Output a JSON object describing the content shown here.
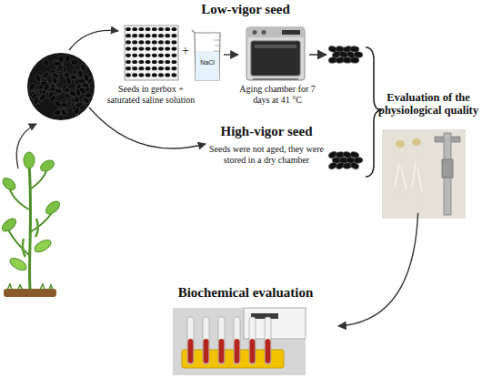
{
  "diagram": {
    "nodes": [
      {
        "text": [
          "Seeds in gerbox + saturated saline solution"
        ]
      },
      {
        "text": [
          "Aging chamber for 7 days at 41 °C"
        ]
      },
      {
        "text": [
          "High-vigor seed",
          "Seeds were not aged, they were stored in a dry chamber"
        ]
      },
      {
        "text": [
          "Evaluation of the physiological quality"
        ]
      },
      {
        "text": [
          "Biochemical evaluation"
        ]
      }
    ],
    "edges": [
      {
        "from": 0,
        "to": 1,
        "arrow": "to"
      },
      {
        "from": 3,
        "to": 4,
        "arrow": "to"
      }
    ],
    "labels": [
      "Low-vigor seed",
      "+",
      "NaCl"
    ]
  }
}
